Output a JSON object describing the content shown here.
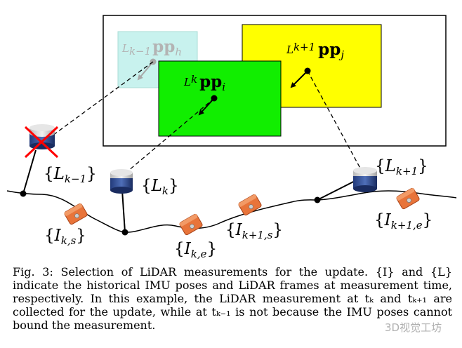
{
  "figure": {
    "frames": {
      "prev": {
        "frame": "L",
        "idx": "k−1",
        "vec": "pp",
        "sub": "h"
      },
      "curr": {
        "frame": "L",
        "idx": "k",
        "vec": "pp",
        "sub": "i"
      },
      "next": {
        "frame": "L",
        "idx": "k+1",
        "vec": "pp",
        "sub": "j"
      }
    },
    "lidar_labels": [
      {
        "sym": "L",
        "idx": "k−1"
      },
      {
        "sym": "L",
        "idx": "k"
      },
      {
        "sym": "L",
        "idx": "k+1"
      }
    ],
    "imu_labels": [
      {
        "sym": "I",
        "idx": "k,s"
      },
      {
        "sym": "I",
        "idx": "k,e"
      },
      {
        "sym": "I",
        "idx": "k+1,s"
      },
      {
        "sym": "I",
        "idx": "k+1,e"
      }
    ],
    "colors": {
      "prev_frame": "#c8f2ee",
      "curr_frame": "#11ee00",
      "next_frame": "#ffff00",
      "imu": "#e8743a",
      "lidar": "#1f3a78",
      "cross": "#ff0000"
    }
  },
  "caption": "Fig. 3: Selection of LiDAR measurements for the update. {I} and {L} indicate the historical IMU poses and LiDAR frames at measurement time, respectively. In this example, the LiDAR measurement at tₖ and tₖ₊₁ are collected for the update, while at tₖ₋₁ is not because the IMU poses cannot bound the measurement.",
  "watermark": "3D视觉工坊"
}
